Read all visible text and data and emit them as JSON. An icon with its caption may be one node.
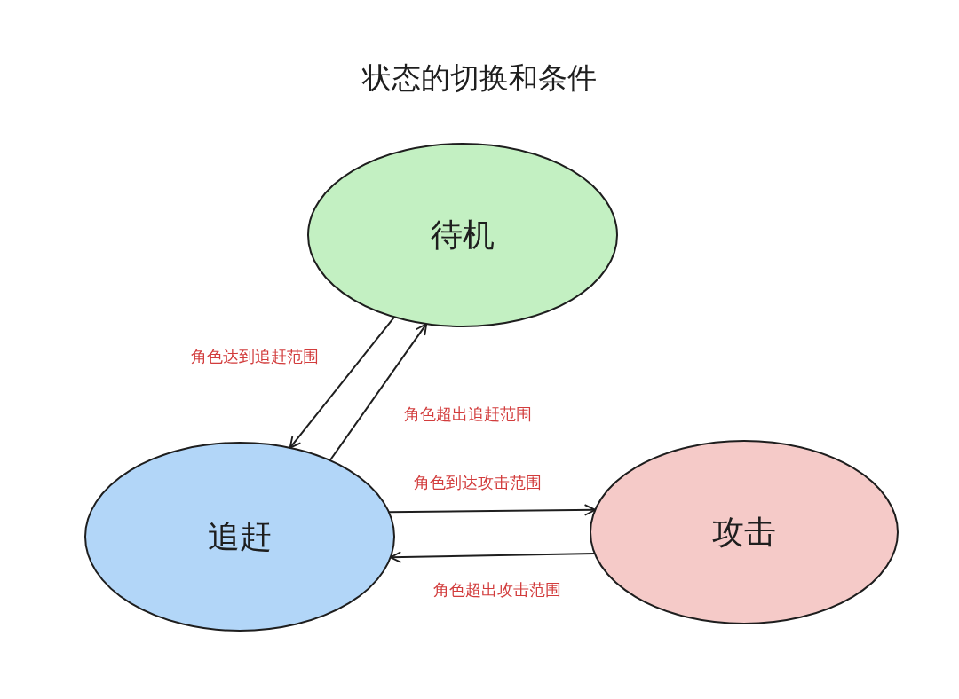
{
  "diagram": {
    "title": "状态的切换和条件",
    "nodes": [
      {
        "text": [
          "待机"
        ]
      },
      {
        "text": [
          "追赶"
        ]
      },
      {
        "text": [
          "攻击"
        ]
      }
    ],
    "edges": [
      {
        "from": 0,
        "to": 1,
        "arrow": "to",
        "label": "角色达到追赶范围"
      },
      {
        "from": 1,
        "to": 0,
        "arrow": "to",
        "label": "角色超出追赶范围"
      },
      {
        "from": 1,
        "to": 2,
        "arrow": "to",
        "label": "角色到达攻击范围"
      },
      {
        "from": 2,
        "to": 1,
        "arrow": "to",
        "label": "角色超出攻击范围"
      }
    ]
  }
}
